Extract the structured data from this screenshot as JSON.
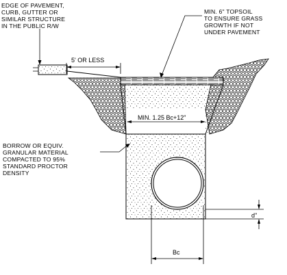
{
  "notes": {
    "edge_of_pavement": [
      "EDGE OF PAVEMENT,",
      "CURB, GUTTER OR",
      "SIMILAR STRUCTURE",
      "IN THE PUBLIC R/W"
    ],
    "topsoil": [
      "MIN. 6\" TOPSOIL",
      "TO ENSURE GRASS",
      "GROWTH IF NOT",
      "UNDER PAVEMENT"
    ],
    "borrow": [
      "BORROW OR EQUIV.",
      "GRANULAR MATERIAL",
      "COMPACTED TO 95%",
      "STANDARD PROCTOR",
      "DENSITY"
    ]
  },
  "dimensions": {
    "offset": "5' OR LESS",
    "trench_width": "MIN. 1.25 Bc+12\"",
    "pipe_diameter": "Bc",
    "bedding_depth": "d\""
  },
  "colors": {
    "line": "#000000",
    "background": "#ffffff"
  }
}
